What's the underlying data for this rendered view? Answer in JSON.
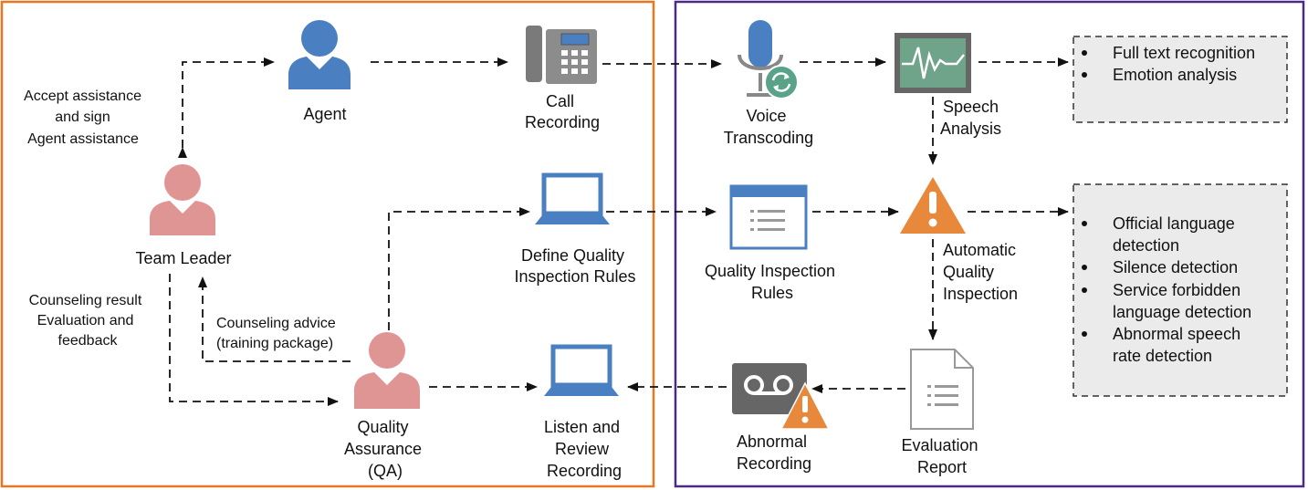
{
  "colors": {
    "left_border": "#e87722",
    "right_border": "#4b2a86",
    "agent_blue": "#4a7fc1",
    "person_pink": "#e09595",
    "warning_orange": "#e8883a",
    "monitor_green": "#6fa38a",
    "dashed_box_fill": "#ebebeb"
  },
  "nodes": {
    "agent": {
      "lines": [
        "Agent"
      ],
      "icon": "agent-person-icon"
    },
    "call_recording": {
      "lines": [
        "Call",
        "Recording"
      ],
      "icon": "desk-phone-icon"
    },
    "voice_transcoding": {
      "lines": [
        "Voice",
        "Transcoding"
      ],
      "icon": "microphone-sync-icon"
    },
    "speech_analysis": {
      "lines": [
        "Speech",
        "Analysis"
      ],
      "icon": "waveform-monitor-icon"
    },
    "team_leader": {
      "lines": [
        "Team Leader"
      ],
      "icon": "team-leader-person-icon"
    },
    "define_rules": {
      "lines": [
        "Define Quality",
        "Inspection Rules"
      ],
      "icon": "laptop-icon"
    },
    "rules": {
      "lines": [
        "Quality Inspection",
        "Rules"
      ],
      "icon": "document-window-icon"
    },
    "auto_qi": {
      "lines": [
        "Automatic",
        "Quality",
        "Inspection"
      ],
      "icon": "warning-triangle-icon"
    },
    "qa": {
      "lines": [
        "Quality",
        "Assurance",
        "(QA)"
      ],
      "icon": "qa-person-icon"
    },
    "listen_review": {
      "lines": [
        "Listen and",
        "Review",
        "Recording"
      ],
      "icon": "laptop-icon"
    },
    "abnormal_recording": {
      "lines": [
        "Abnormal",
        "Recording"
      ],
      "icon": "voicemail-warning-icon"
    },
    "evaluation_report": {
      "lines": [
        "Evaluation",
        "Report"
      ],
      "icon": "report-document-icon"
    }
  },
  "edge_labels": {
    "assistance": [
      "Accept assistance",
      "and sign",
      "Agent assistance"
    ],
    "counseling_result": [
      "Counseling result",
      "Evaluation and",
      "feedback"
    ],
    "counseling_advice": [
      "Counseling advice",
      "(training package)"
    ]
  },
  "boxes": {
    "analysis_outputs": [
      "Full text recognition",
      "Emotion analysis"
    ],
    "detections": [
      "Official language detection",
      "Silence detection",
      "Service forbidden language detection",
      "Abnormal speech rate detection"
    ]
  }
}
